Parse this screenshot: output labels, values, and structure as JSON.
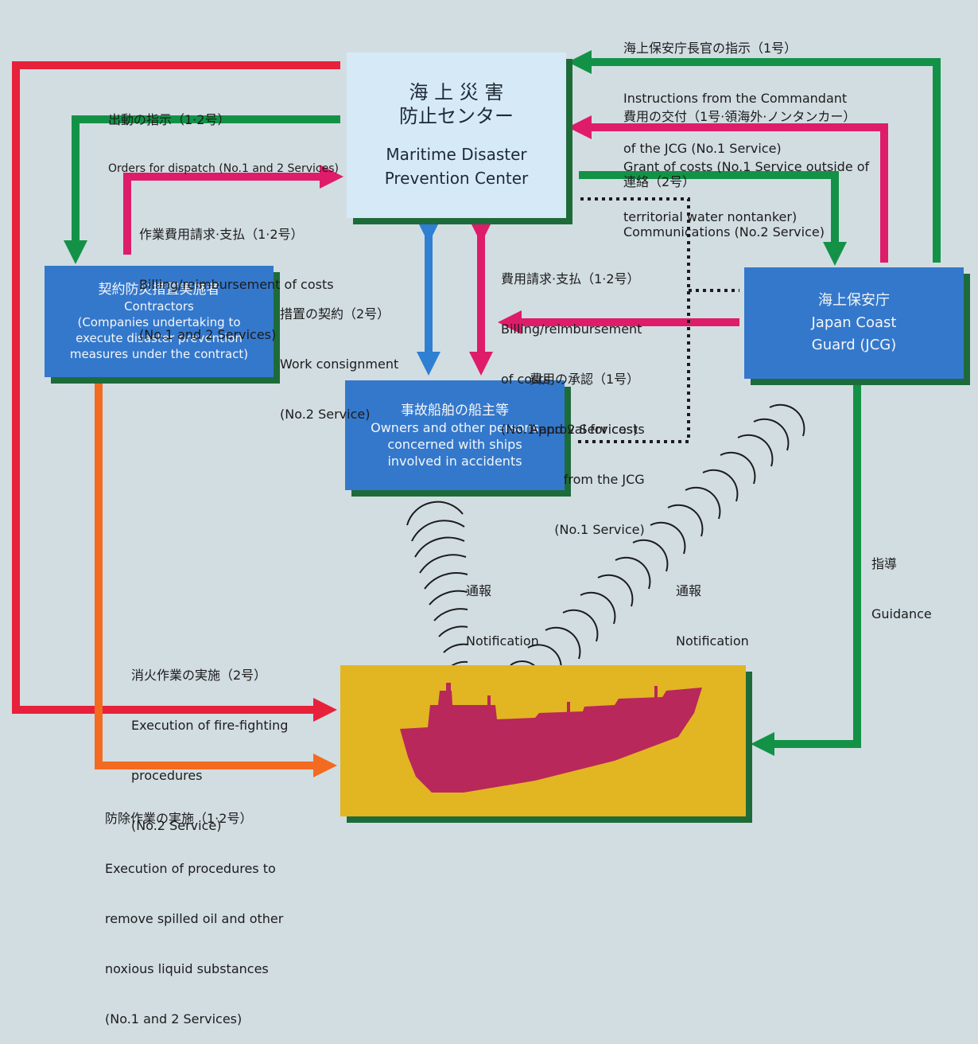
{
  "colors": {
    "background": "#d2dde2",
    "red": "#e8213a",
    "pink": "#de1c6a",
    "green": "#139247",
    "blue": "#2f7fd3",
    "orange": "#f36b21",
    "box_blue": "#3478cc",
    "box_light": "#d6e9f7",
    "box_yellow": "#e2b523",
    "ship": "#b8285a"
  },
  "nodes": {
    "center": {
      "jp_line1": "海 上 災 害",
      "jp_line2": "防止センター",
      "en_line1": "Maritime Disaster",
      "en_line2": "Prevention Center"
    },
    "contractors": {
      "jp": "契約防災措置実施者",
      "en_line1": "Contractors",
      "en_line2": "(Companies undertaking to",
      "en_line3": "execute disaster prevention",
      "en_line4": "measures under the contract)"
    },
    "jcg": {
      "jp": "海上保安庁",
      "en_line1": "Japan Coast",
      "en_line2": "Guard (JCG)"
    },
    "owners": {
      "jp": "事故船舶の船主等",
      "en_line1": "Owners and other persons",
      "en_line2": "concerned with ships",
      "en_line3": "involved in accidents"
    },
    "ship": {
      "icon": "ship-icon"
    }
  },
  "labels": {
    "instructions": {
      "jp": "海上保安庁長官の指示（1号）",
      "en1": "Instructions from the Commandant",
      "en2": "of the JCG (No.1 Service)"
    },
    "grant": {
      "jp": "費用の交付（1号·領海外·ノンタンカー）",
      "en1": "Grant of costs (No.1 Service outside of",
      "en2": "territorial water nontanker)"
    },
    "communications": {
      "jp": "連絡（2号）",
      "en1": "Communications (No.2 Service)"
    },
    "dispatch": {
      "jp": "出動の指示（1·2号）",
      "en1": "Orders for dispatch (No.1 and 2 Services)"
    },
    "billing_left": {
      "jp": "作業費用請求·支払（1·2号）",
      "en1": "Billing/reimbursement of costs",
      "en2": "(No.1 and 2 Services)"
    },
    "work": {
      "jp": "措置の契約（2号）",
      "en1": "Work consignment",
      "en2": "(No.2 Service)"
    },
    "billing_right": {
      "jp": "費用請求·支払（1·2号）",
      "en1": "Billing/reimbursement",
      "en2": "of costs",
      "en3": "(No.1 and 2 Services)"
    },
    "approval": {
      "jp": "費用の承認（1号）",
      "en1": "Approval for costs",
      "en2": "from the JCG",
      "en3": "(No.1 Service)"
    },
    "notification_left": {
      "jp": "通報",
      "en1": "Notification"
    },
    "notification_right": {
      "jp": "通報",
      "en1": "Notification"
    },
    "guidance": {
      "jp": "指導",
      "en1": "Guidance"
    },
    "firefighting": {
      "jp": "消火作業の実施（2号）",
      "en1": "Execution of fire-fighting",
      "en2": "procedures",
      "en3": "(No.2 Service)"
    },
    "removal": {
      "jp": "防除作業の実施（1·2号）",
      "en1": "Execution of procedures to",
      "en2": "remove spilled oil and other",
      "en3": "noxious liquid substances",
      "en4": "(No.1 and 2 Services)"
    }
  }
}
